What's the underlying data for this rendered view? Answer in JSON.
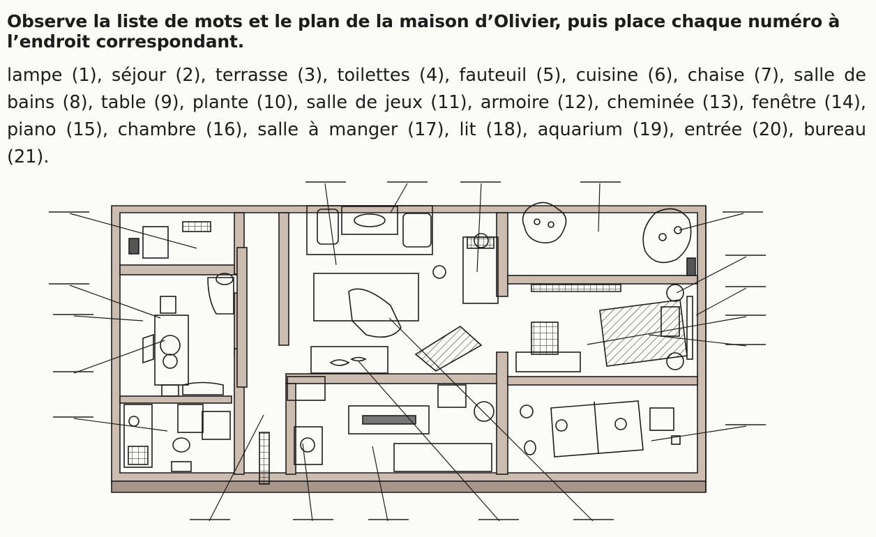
{
  "exercise": {
    "instruction": "Observe la liste de mots et le plan de la maison d’Olivier, puis place chaque numéro à l’endroit correspondant.",
    "word_list": "lampe (1), séjour (2), terrasse (3), toilettes (4), fauteuil (5), cuisine (6), chaise (7), salle de bains (8), table (9), plante (10), salle de jeux (11), armoire (12), cheminée (13), fenêtre (14), piano (15), chambre (16), salle à manger (17), lit (18), aquarium (19), entrée (20), bureau (21)."
  },
  "plan": {
    "answer_blanks": [
      {
        "side": "left",
        "target": "toilettes"
      },
      {
        "side": "left",
        "target": "chaise"
      },
      {
        "side": "left",
        "target": "salle à manger"
      },
      {
        "side": "left",
        "target": "table"
      },
      {
        "side": "left",
        "target": "cuisine"
      },
      {
        "side": "top",
        "target": "cheminée"
      },
      {
        "side": "top",
        "target": "séjour"
      },
      {
        "side": "top",
        "target": "piano"
      },
      {
        "side": "top",
        "target": "terrasse"
      },
      {
        "side": "right",
        "target": "plante"
      },
      {
        "side": "right",
        "target": "armoire"
      },
      {
        "side": "right",
        "target": "fenêtre"
      },
      {
        "side": "right",
        "target": "chambre"
      },
      {
        "side": "right",
        "target": "lit"
      },
      {
        "side": "right",
        "target": "salle de jeux"
      },
      {
        "side": "bottom",
        "target": "entrée"
      },
      {
        "side": "bottom",
        "target": "salle de bains"
      },
      {
        "side": "bottom",
        "target": "bureau"
      },
      {
        "side": "bottom",
        "target": "aquarium"
      },
      {
        "side": "bottom",
        "target": "fauteuil"
      }
    ],
    "colors": {
      "ink": "#1c1c1c",
      "wall_top": "#cdbdb0",
      "wall_side": "#a8968a",
      "paper": "#fbfbf8"
    }
  }
}
